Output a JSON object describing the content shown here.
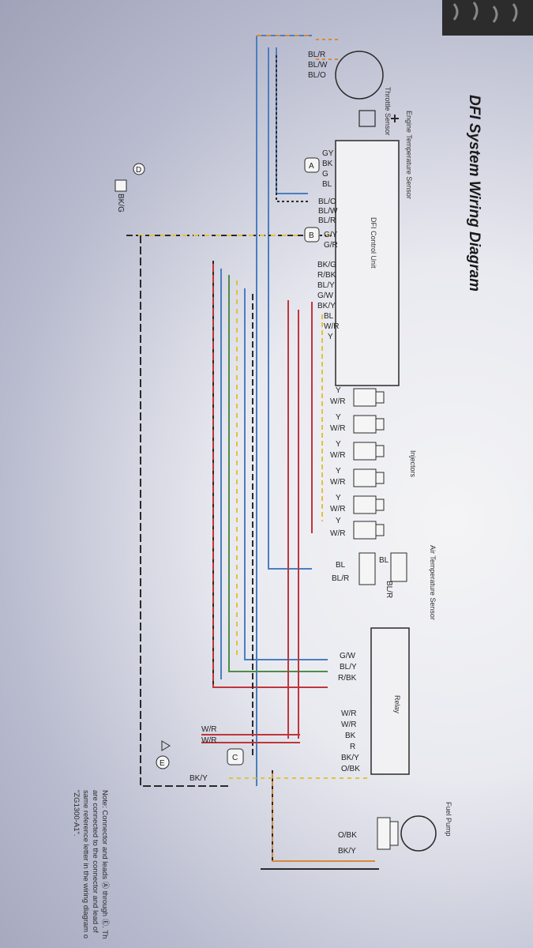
{
  "title": "DFI System Wiring Diagram",
  "components": {
    "engine_temp_sensor": "Engine Temperature Sensor",
    "throttle_sensor": "Throttle Sensor",
    "control_unit": "DFI Control Unit",
    "injectors": "Injectors",
    "air_temp_sensor": "Air Temperature Sensor",
    "relay": "Relay",
    "fuel_pump": "Fuel Pump"
  },
  "connectors": {
    "a": "A",
    "b": "B",
    "c": "C",
    "d": "D",
    "e": "E"
  },
  "wires": {
    "throttle": [
      "BL/R",
      "BL/W",
      "BL/O"
    ],
    "ecu_top": [
      "GY",
      "BK",
      "G",
      "BL"
    ],
    "ecu_mid": [
      "BL/O",
      "BL/W",
      "BL/R"
    ],
    "ecu_b": [
      "G/Y",
      "G/R"
    ],
    "ecu_bottom": [
      "BK/G",
      "R/BK",
      "BL/Y",
      "G/W",
      "BK/Y",
      "BL",
      "W/R",
      "Y"
    ],
    "injector_pair": [
      "Y",
      "W/R"
    ],
    "air_left": [
      "BL",
      "BL/R"
    ],
    "air_right": [
      "BL",
      "BL/R"
    ],
    "relay_left": [
      "G/W",
      "BL/Y",
      "R/BK"
    ],
    "relay_right": [
      "W/R",
      "W/R",
      "BK",
      "R",
      "BK/Y",
      "O/BK"
    ],
    "c_wires": [
      "W/R",
      "W/R"
    ],
    "c_bottom": "BK/Y",
    "d_wire": "BK/G",
    "pump": [
      "O/BK",
      "BK/Y"
    ]
  },
  "note": {
    "line1": "Note: Connector and leads Ⓐ through Ⓔ. Th",
    "line2": "are connected to the connector and lead of",
    "line3": "same reference letter in the wiring diagram o",
    "line4": "\"ZG1300-A1\"."
  },
  "colors": {
    "paper": "#eceef3",
    "shadow": "#a4a7bd",
    "blue": "#4a7ec0",
    "red": "#c0353a",
    "yellow": "#e2c23a",
    "green": "#4e8c4a",
    "black": "#2a2a2a",
    "orange": "#d8893a"
  }
}
